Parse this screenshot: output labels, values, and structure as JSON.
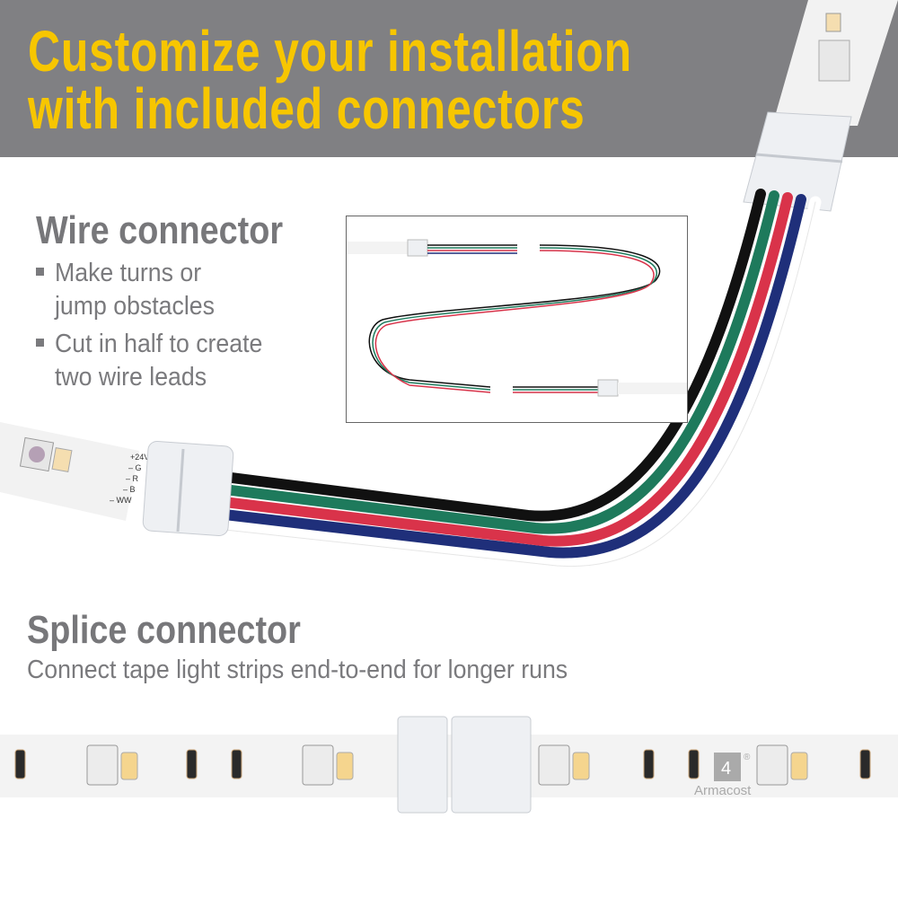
{
  "header": {
    "line1": "Customize your installation",
    "line2": "with included connectors"
  },
  "wire_connector": {
    "title": "Wire connector",
    "bullets": [
      {
        "line1": "Make turns or",
        "line2": "jump obstacles"
      },
      {
        "line1": "Cut in half to create",
        "line2": "two wire leads"
      }
    ],
    "strip_labels": [
      "+24V",
      "– G",
      "– R",
      "– B",
      "– WW"
    ]
  },
  "splice_connector": {
    "title": "Splice connector",
    "description": "Connect tape light strips end-to-end for longer runs"
  },
  "logo": {
    "name": "Armacost",
    "mark": "®"
  },
  "colors": {
    "header_bg": "#808083",
    "header_text": "#f7c600",
    "body_text": "#77777a",
    "wire_black": "#111111",
    "wire_green": "#1e7a5c",
    "wire_red": "#d9334a",
    "wire_blue": "#1f2f7a"
  }
}
